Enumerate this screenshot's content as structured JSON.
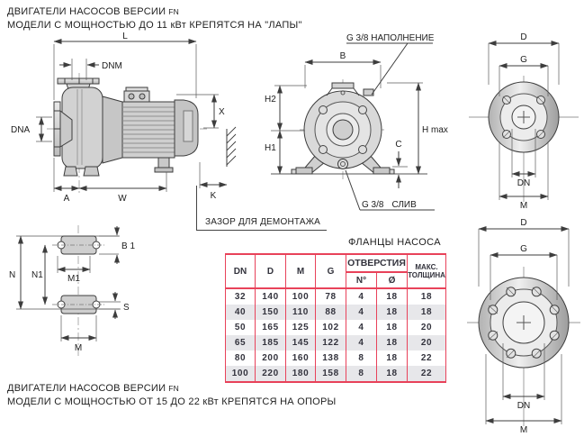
{
  "header": {
    "line1": "ДВИГАТЕЛИ НАСОСОВ ВЕРСИИ",
    "brand": "FN",
    "line2": "МОДЕЛИ С МОЩНОСТЬЮ ДО 11 кВт КРЕПЯТСЯ НА \"ЛАПЫ\""
  },
  "footer": {
    "line1": "ДВИГАТЕЛИ НАСОСОВ ВЕРСИИ",
    "brand": "FN",
    "line2": "МОДЕЛИ С МОЩНОСТЬЮ ОТ 15 ДО 22 кВт КРЕПЯТСЯ НА ОПОРЫ"
  },
  "callouts": {
    "clearance": "ЗАЗОР ДЛЯ ДЕМОНТАЖА",
    "fill_plug": "G 3/8 НАПОЛНЕНИЕ",
    "drain_g": "G 3/8",
    "drain": "СЛИВ"
  },
  "dims": {
    "side": {
      "l": "L",
      "dnm": "DNM",
      "dna": "DNA",
      "x": "X",
      "a": "A",
      "w": "W",
      "k": "K"
    },
    "feet": {
      "b1": "B 1",
      "n": "N",
      "n1": "N1",
      "m1": "M1",
      "s": "S",
      "m": "M"
    },
    "front": {
      "b": "B",
      "h2": "H2",
      "h1": "H1",
      "hmax": "H max",
      "c": "C"
    },
    "flange_top": {
      "d": "D",
      "g": "G",
      "dn": "DN",
      "m": "M"
    },
    "flange_bottom": {
      "d": "D",
      "g": "G",
      "dn": "DN",
      "m": "M"
    }
  },
  "flange_table": {
    "title": "ФЛАНЦЫ НАСОСА",
    "col_dn": "DN",
    "col_d": "D",
    "col_m": "M",
    "col_g": "G",
    "col_holes": "ОТВЕРСТИЯ",
    "col_n": "N°",
    "col_dia": "Ø",
    "col_max1": "МАКС.",
    "col_max2": "ТОЛЩИНА",
    "rows": [
      [
        "32",
        "140",
        "100",
        "78",
        "4",
        "18",
        "18"
      ],
      [
        "40",
        "150",
        "110",
        "88",
        "4",
        "18",
        "18"
      ],
      [
        "50",
        "165",
        "125",
        "102",
        "4",
        "18",
        "20"
      ],
      [
        "65",
        "185",
        "145",
        "122",
        "4",
        "18",
        "20"
      ],
      [
        "80",
        "200",
        "160",
        "138",
        "8",
        "18",
        "22"
      ],
      [
        "100",
        "220",
        "180",
        "158",
        "8",
        "18",
        "22"
      ]
    ]
  },
  "colors": {
    "table_border": "#e8425a",
    "row_stripe": "#e7e7ea",
    "drawing_line": "#3d3d3d",
    "text": "#1b1b1b"
  }
}
